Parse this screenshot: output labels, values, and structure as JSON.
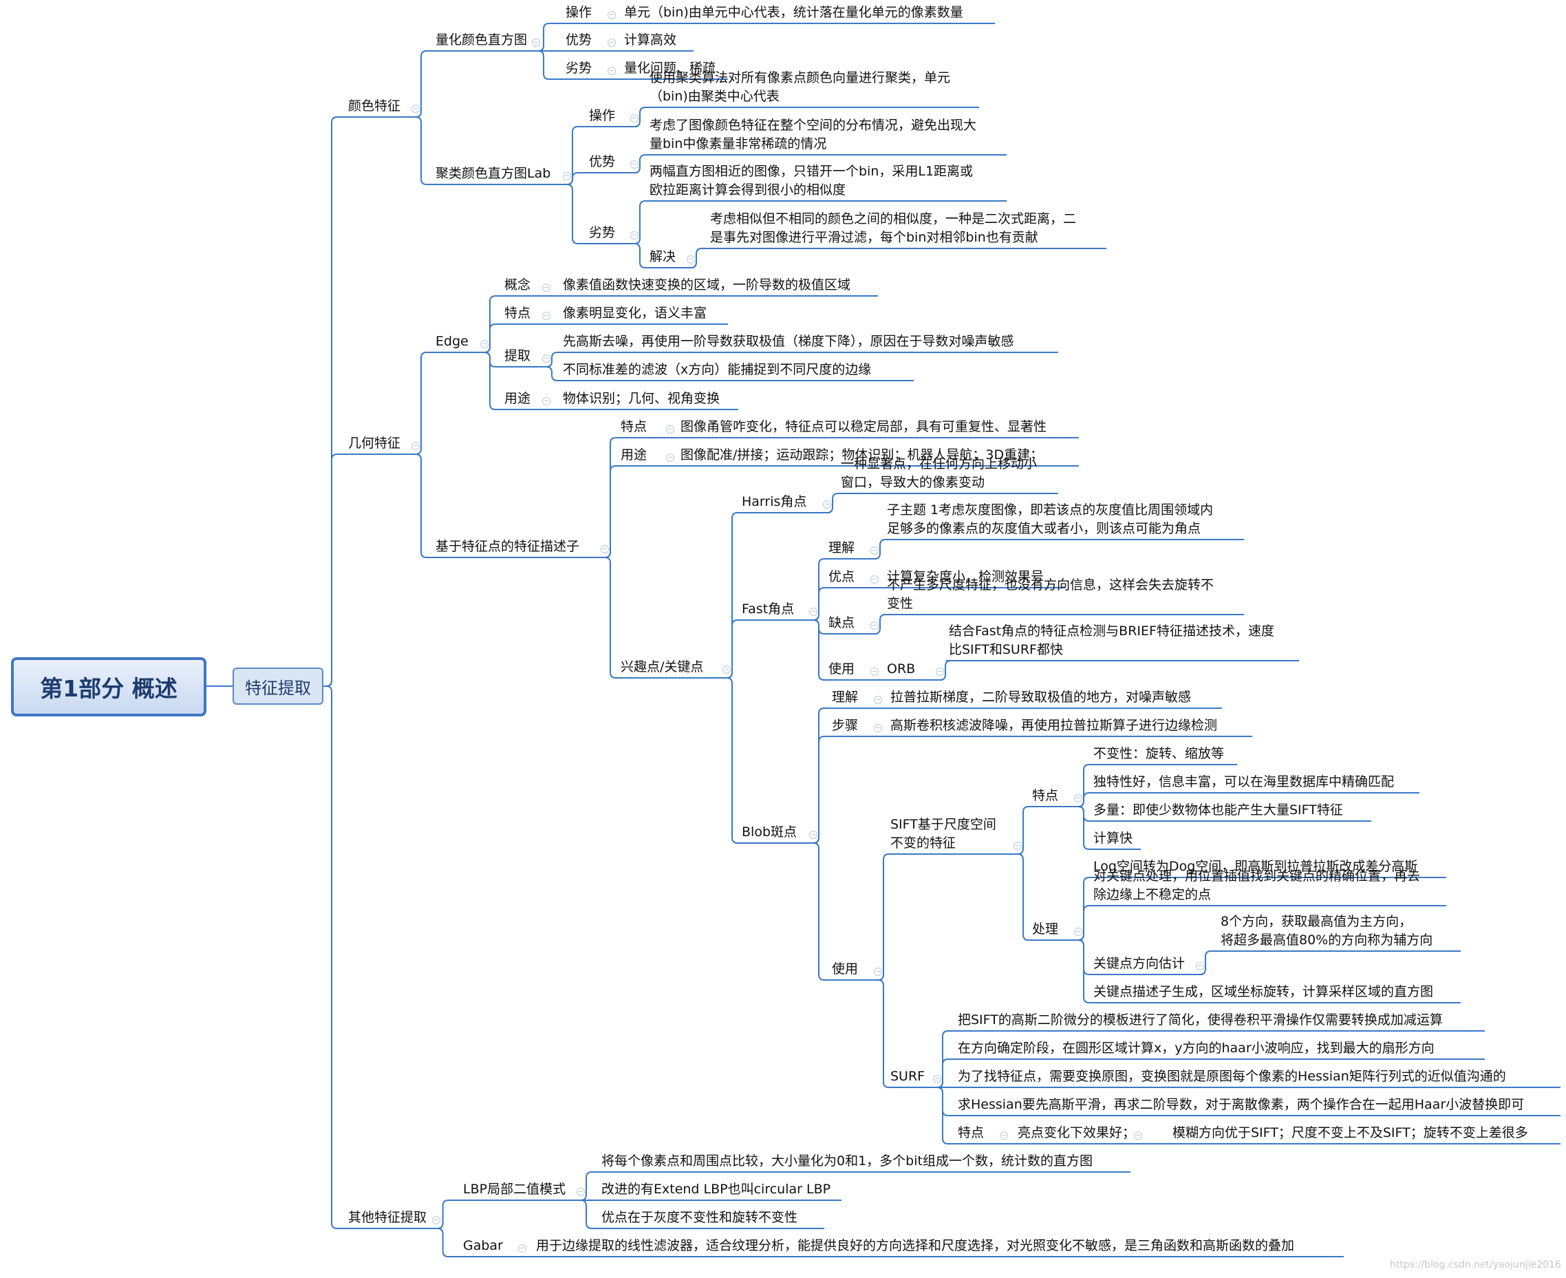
{
  "root": "第1部分 概述",
  "main": "特征提取",
  "watermark": "https://blog.csdn.net/yaojunjie2016",
  "nodes": {
    "color": "颜色特征",
    "quant_hist": "量化颜色直方图",
    "op": "操作",
    "quant_op": "单元（bin)由单元中心代表，统计落在量化单元的像素数量",
    "adv": "优势",
    "quant_adv": "计算高效",
    "dis": "劣势",
    "quant_dis": "量化问题、稀疏",
    "cluster_hist": "聚类颜色直方图Lab",
    "cluster_op": "使用聚类算法对所有像素点颜色向量进行聚类，单元\n（bin)由聚类中心代表",
    "cluster_adv": "考虑了图像颜色特征在整个空间的分布情况，避免出现大\n量bin中像素量非常稀疏的情况",
    "cluster_dis": "两幅直方图相近的图像，只错开一个bin，采用L1距离或\n欧拉距离计算会得到很小的相似度",
    "solve": "解决",
    "cluster_solve": "考虑相似但不相同的颜色之间的相似度，一种是二次式距离，二\n是事先对图像进行平滑过滤，每个bin对相邻bin也有贡献",
    "geo": "几何特征",
    "edge": "Edge",
    "concept": "概念",
    "edge_concept": "像素值函数快速变换的区域，一阶导数的极值区域",
    "feature": "特点",
    "edge_feature": "像素明显变化，语义丰富",
    "extract": "提取",
    "edge_ext1": "先高斯去噪，再使用一阶导数获取极值（梯度下降），原因在于导数对噪声敏感",
    "edge_ext2": "不同标准差的滤波（x方向）能捕捉到不同尺度的边缘",
    "use": "用途",
    "edge_use": "物体识别；几何、视角变换",
    "kp_desc": "基于特征点的特征描述子",
    "kp_feature": "图像甬管咋变化，特征点可以稳定局部，具有可重复性、显著性",
    "kp_use": "图像配准/拼接；运动跟踪；物体识别；机器人导航；3D重建；",
    "interest": "兴趣点/关键点",
    "harris": "Harris角点",
    "harris_desc": "一种显著点，在任何方向上移动小\n窗口，导致大的像素变动",
    "fast": "Fast角点",
    "understand": "理解",
    "fast_und": "子主题 1考虑灰度图像，即若该点的灰度值比周围领域内\n足够多的像素点的灰度值大或者小，则该点可能为角点",
    "pro": "优点",
    "fast_pro": "计算复杂度小，检测效果号",
    "con": "缺点",
    "fast_con": "不产生多尺度特征，也没有方向信息，这样会失去旋转不\n变性",
    "usage": "使用",
    "orb": "ORB",
    "orb_desc": "结合Fast角点的特征点检测与BRIEF特征描述技术，速度\n比SIFT和SURF都快",
    "blob": "Blob斑点",
    "blob_und": "拉普拉斯梯度，二阶导致取极值的地方，对噪声敏感",
    "steps": "步骤",
    "blob_steps": "高斯卷积核滤波降噪，再使用拉普拉斯算子进行边缘检测",
    "sift": "SIFT基于尺度空间\n不变的特征",
    "sift_f1": "不变性：旋转、缩放等",
    "sift_f2": "独特性好，信息丰富，可以在海里数据库中精确匹配",
    "sift_f3": "多量：即使少数物体也能产生大量SIFT特征",
    "sift_f4": "计算快",
    "process": "处理",
    "sift_p1": "Log空间转为Dog空间，即高斯到拉普拉斯改成差分高斯",
    "sift_p2": "对关键点处理，用位置插值找到关键点的精确位置，再去\n除边缘上不稳定的点",
    "kp_orient": "关键点方向估计",
    "kp_orient_desc": "8个方向，获取最高值为主方向，\n将超多最高值80%的方向称为辅方向",
    "sift_p4": "关键点描述子生成，区域坐标旋转，计算采样区域的直方图",
    "surf": "SURF",
    "surf1": "把SIFT的高斯二阶微分的模板进行了简化，使得卷积平滑操作仅需要转换成加减运算",
    "surf2": "在方向确定阶段，在圆形区域计算x，y方向的haar小波响应，找到最大的扇形方向",
    "surf3": "为了找特征点，需要变换原图，变换图就是原图每个像素的Hessian矩阵行列式的近似值沟通的",
    "surf4": "求Hessian要先高斯平滑，再求二阶导数，对于离散像素，两个操作合在一起用Haar小波替换即可",
    "surf_bright": "亮点变化下效果好；",
    "surf_blur": "模糊方向优于SIFT；尺度不变上不及SIFT；旋转不变上差很多",
    "other": "其他特征提取",
    "lbp": "LBP局部二值模式",
    "lbp1": "将每个像素点和周围点比较，大小量化为0和1，多个bit组成一个数，统计数的直方图",
    "lbp2": "改进的有Extend LBP也叫circular LBP",
    "lbp3": "优点在于灰度不变性和旋转不变性",
    "gabar": "Gabar",
    "gabar_desc": "用于边缘提取的线性滤波器，适合纹理分析，能提供良好的方向选择和尺度选择，对光照变化不敏感，是三角函数和高斯函数的叠加"
  }
}
